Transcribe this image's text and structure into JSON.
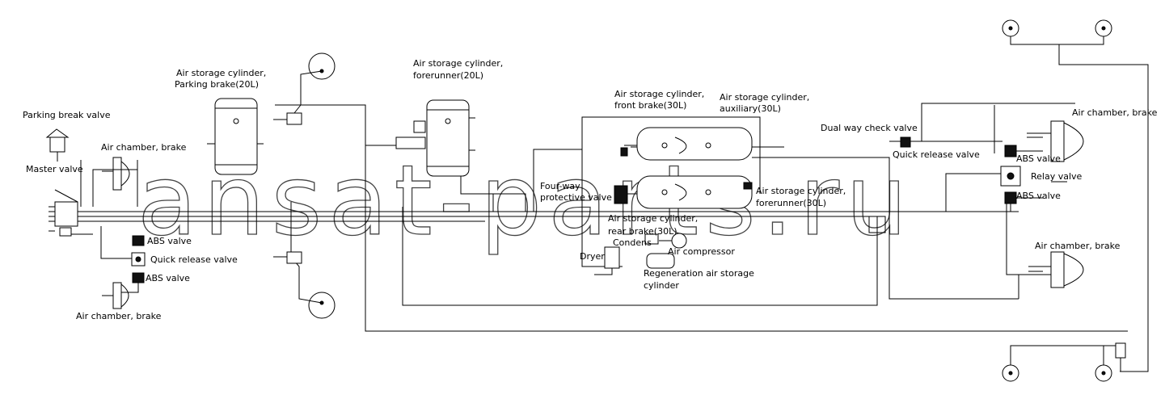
{
  "labels": {
    "parking_valve": "Parking break valve",
    "master_valve": "Master valve",
    "air_chamber_left_top": "Air chamber, brake",
    "abs_left_1": "ABS valve",
    "quick_release_left": "Quick release valve",
    "abs_left_2": "ABS valve",
    "air_chamber_left_bottom": "Air chamber, brake",
    "cyl_parking_1": "Air storage cylinder,",
    "cyl_parking_2": "Parking brake(20L)",
    "cyl_forerunner_1": "Air storage cylinder,",
    "cyl_forerunner_2": "forerunner(20L)",
    "cyl_front_1": "Air storage cylinder,",
    "cyl_front_2": "front brake(30L)",
    "cyl_aux_1": "Air storage cylinder,",
    "cyl_aux_2": "auxiliary(30L)",
    "four_way_1": "Four-way",
    "four_way_2": "protective valve",
    "cyl_forerunner2_1": "Air storage cylinder,",
    "cyl_forerunner2_2": "forerunner(30L)",
    "cyl_rear_1": "Air storage cylinder,",
    "cyl_rear_2": "rear brake(30L)",
    "condenser": "Condens",
    "air_compressor": "Air compressor",
    "dryer": "Dryer",
    "regen_1": "Regeneration air storage",
    "regen_2": "cylinder",
    "dual_way": "Dual way check valve",
    "quick_release_right": "Quick release valve",
    "air_chamber_right_top": "Air chamber, brake",
    "abs_right_1": "ABS valve",
    "relay_valve": "Relay valve",
    "abs_right_2": "ABS valve",
    "air_chamber_right_bottom": "Air chamber, brake"
  },
  "watermark": "ansat-parts.ru"
}
